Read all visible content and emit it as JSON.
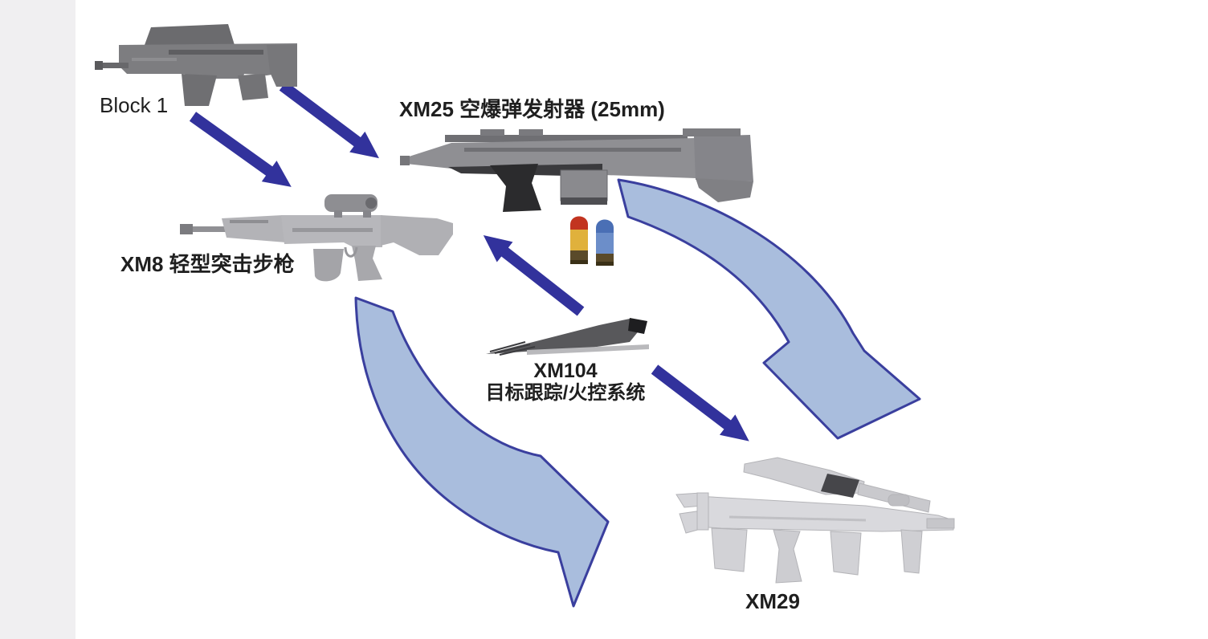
{
  "diagram": {
    "nodes": {
      "block1": {
        "label": "Block 1"
      },
      "xm25": {
        "label": "XM25 空爆弹发射器 (25mm)"
      },
      "xm8": {
        "label": "XM8 轻型突击步枪"
      },
      "xm104": {
        "label": "XM104",
        "label2": "目标跟踪/火控系统"
      },
      "xm29": {
        "label": "XM29"
      }
    },
    "edges": [
      {
        "from": "Block 1",
        "to": "XM25 空爆弹发射器 (25mm)",
        "style": "solid-arrow"
      },
      {
        "from": "Block 1",
        "to": "XM8 轻型突击步枪",
        "style": "solid-arrow"
      },
      {
        "from": "XM104 目标跟踪/火控系统",
        "to": "XM25 空爆弹发射器 (25mm)",
        "style": "solid-arrow"
      },
      {
        "from": "XM104 目标跟踪/火控系统",
        "to": "XM29",
        "style": "solid-arrow"
      },
      {
        "from": "XM25 空爆弹发射器 (25mm)",
        "to": "XM29",
        "style": "wide-curved-arrow"
      },
      {
        "from": "XM8 轻型突击步枪",
        "to": "XM29",
        "style": "wide-curved-arrow"
      }
    ],
    "illustrations": [
      "block1-prototype-weapon",
      "xm25-airburst-launcher",
      "25mm-cartridges",
      "xm8-assault-rifle",
      "xm104-fire-control-unit",
      "xm29-oicw-weapon"
    ],
    "colors": {
      "arrow_solid": "#32329c",
      "arrow_fill": "#a9bddd",
      "arrow_stroke": "#3a3f9e",
      "label_text": "#1f1f1f",
      "canvas_bg": "#ffffff",
      "left_strip": "#f0eff1",
      "cartridge_red_tip": "#c23420",
      "cartridge_yellow_body": "#e0b13c",
      "cartridge_blue_tip": "#4a6fb5",
      "cartridge_blue_body": "#6c8ec9",
      "cartridge_base": "#5a4a2a"
    }
  }
}
